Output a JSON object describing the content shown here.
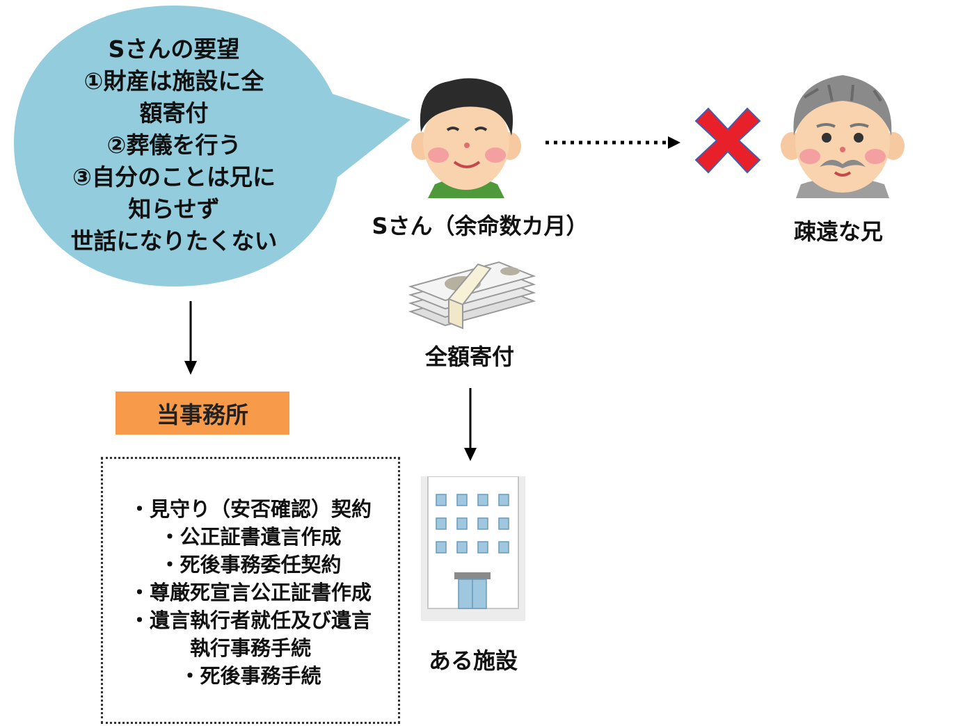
{
  "speech_bubble": {
    "color": "#93cddd",
    "lines": [
      "Sさんの要望",
      "①財産は施設に全",
      "額寄付",
      "②葬儀を行う",
      "③自分のことは兄に",
      "知らせず",
      "世話になりたくない"
    ]
  },
  "person_s": {
    "label": "Sさん（余命数カ月）"
  },
  "brother": {
    "label": "疎遠な兄"
  },
  "money": {
    "label": "全額寄付"
  },
  "facility": {
    "label": "ある施設"
  },
  "office": {
    "label": "当事務所",
    "color": "#f79a4a"
  },
  "services": {
    "items": [
      "・見守り（安否確認）契約",
      "・公正証書遺言作成",
      "・死後事務委任契約",
      "・尊厳死宣言公正証書作成",
      "・遺言執行者就任及び遺言",
      "執行事務手続",
      "・死後事務手続"
    ]
  },
  "colors": {
    "cross": "#e8202a",
    "arrow": "#000000"
  }
}
